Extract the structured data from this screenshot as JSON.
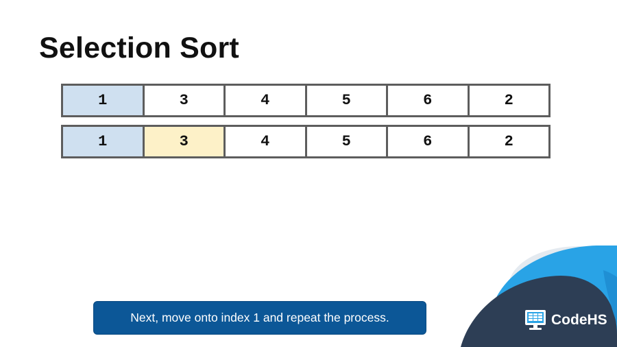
{
  "title": "Selection Sort",
  "rows": [
    {
      "cells": [
        {
          "value": "1",
          "state": "sorted"
        },
        {
          "value": "3",
          "state": "default"
        },
        {
          "value": "4",
          "state": "default"
        },
        {
          "value": "5",
          "state": "default"
        },
        {
          "value": "6",
          "state": "default"
        },
        {
          "value": "2",
          "state": "default"
        }
      ]
    },
    {
      "cells": [
        {
          "value": "1",
          "state": "sorted"
        },
        {
          "value": "3",
          "state": "current"
        },
        {
          "value": "4",
          "state": "default"
        },
        {
          "value": "5",
          "state": "default"
        },
        {
          "value": "6",
          "state": "default"
        },
        {
          "value": "2",
          "state": "default"
        }
      ]
    }
  ],
  "caption": "Next, move onto index 1 and repeat the process.",
  "brand": {
    "name": "CodeHS",
    "icon": "codehs-computer-icon"
  },
  "colors": {
    "sorted": "#cfe0f0",
    "current": "#fdf1c8",
    "caption_bg": "#0c5797",
    "blob_light": "#29a3e6",
    "blob_dark": "#2d3e55"
  }
}
